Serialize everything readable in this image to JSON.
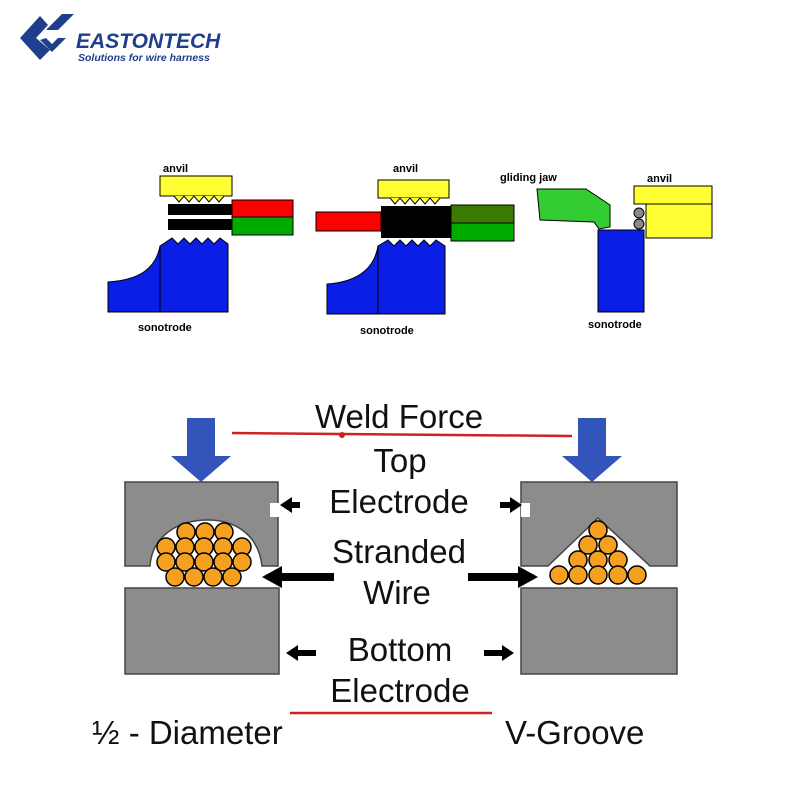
{
  "logo": {
    "brand": "EASTONTECH",
    "tagline": "Solutions for wire harness",
    "brand_color": "#1f3f8c"
  },
  "top_diagrams": {
    "panel1": {
      "anvil": "anvil",
      "sonotrode": "sonotrode"
    },
    "panel2": {
      "anvil": "anvil",
      "sonotrode": "sonotrode"
    },
    "panel3": {
      "gliding_jaw": "gliding jaw",
      "anvil": "anvil",
      "sonotrode": "sonotrode"
    }
  },
  "bottom_diagram": {
    "weld_force": "Weld Force",
    "top": "Top",
    "electrode": "Electrode",
    "stranded": "Stranded",
    "wire": "Wire",
    "bottom": "Bottom",
    "bottom_electrode": "Electrode",
    "left_caption": "½ - Diameter",
    "right_caption": "V-Groove"
  },
  "colors": {
    "anvil": "#ffff33",
    "sonotrode": "#0a1ee6",
    "wire_red": "#ff0000",
    "wire_green": "#00aa00",
    "wire_dark_green": "#3a7a00",
    "gliding_jaw": "#33cc33",
    "electrode_gray": "#8c8c8c",
    "strand": "#f5a020",
    "force_arrow": "#3355bb",
    "force_line": "#cc2222"
  }
}
